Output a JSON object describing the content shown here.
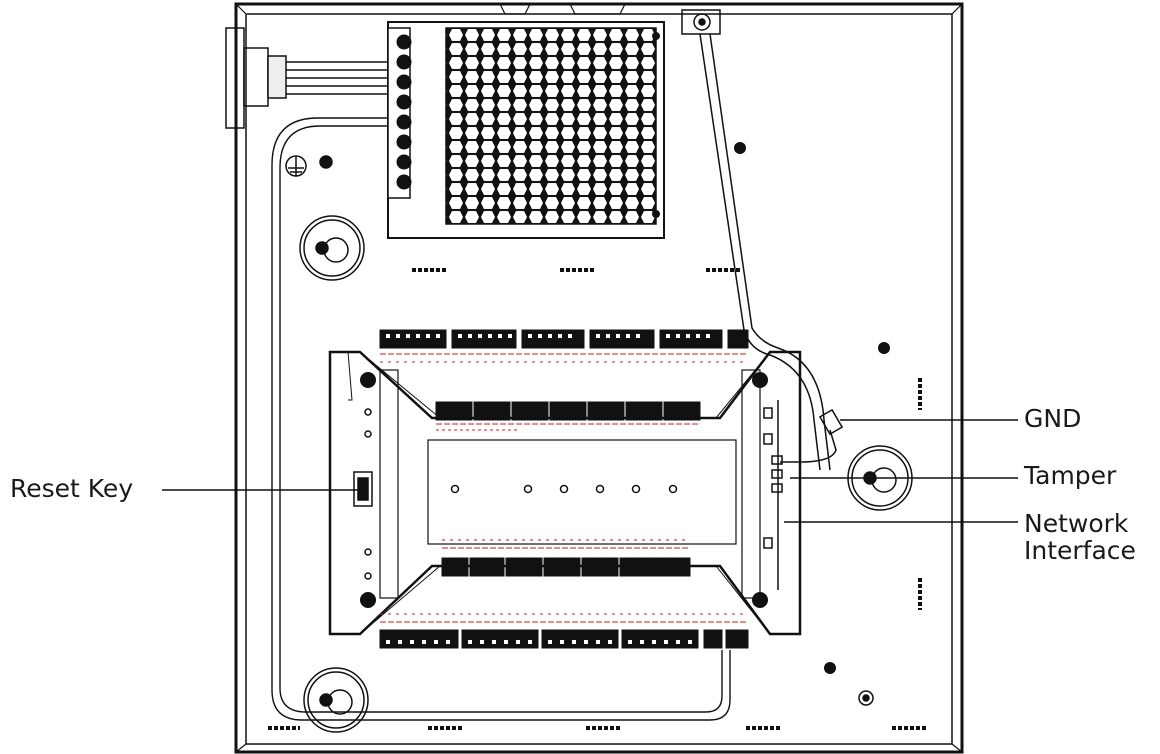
{
  "callouts": {
    "gnd": "GND",
    "tamper": "Tamper",
    "network_line1": "Network",
    "network_line2": "Interface",
    "reset_key": "Reset Key"
  },
  "colors": {
    "line": "#111111",
    "label_red": "#d01818",
    "fill_dark": "#1a1a1a"
  }
}
